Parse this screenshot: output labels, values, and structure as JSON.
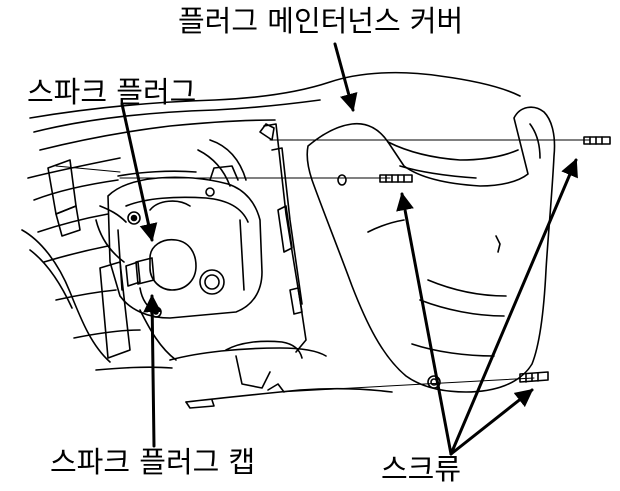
{
  "labels": {
    "maintenance_cover": "플러그 메인터넌스 커버",
    "spark_plug": "스파크 플러그",
    "spark_plug_cap": "스파크 플러그 캡",
    "screw": "스크류"
  },
  "colors": {
    "line": "#000000",
    "background": "#ffffff"
  }
}
